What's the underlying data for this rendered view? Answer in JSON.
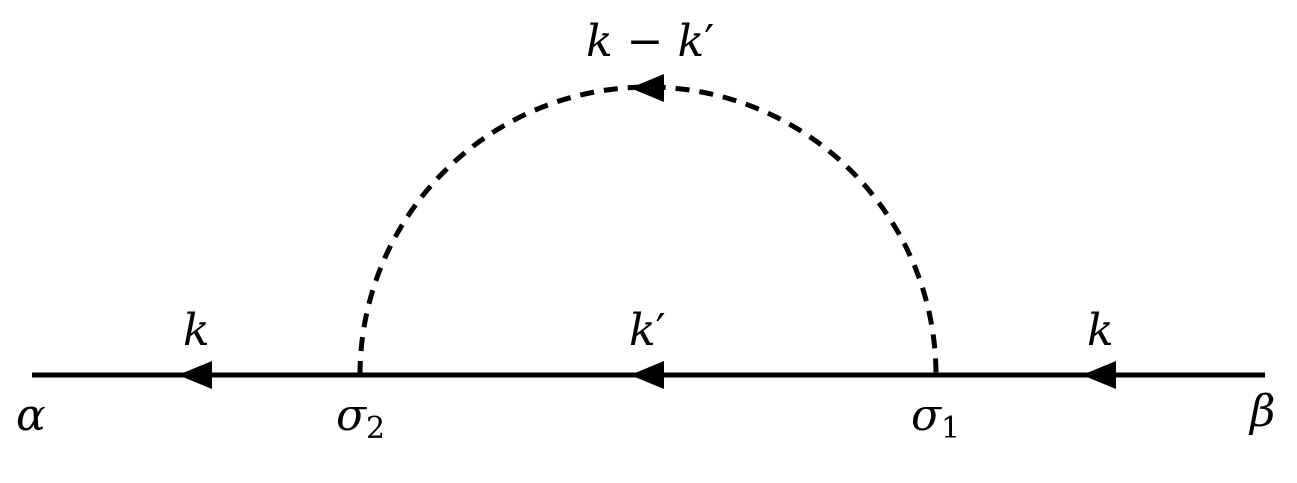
{
  "diagram": {
    "colors": {
      "line": "#000000",
      "background": "#ffffff"
    },
    "external_left": {
      "label": "α"
    },
    "external_right": {
      "label": "β"
    },
    "vertex_left": {
      "symbol": "σ",
      "subscript": "2"
    },
    "vertex_right": {
      "symbol": "σ",
      "subscript": "1"
    },
    "propagator_left": {
      "momentum": "k"
    },
    "propagator_middle": {
      "momentum": "k",
      "prime": "′"
    },
    "propagator_right": {
      "momentum": "k"
    },
    "loop": {
      "momentum_a": "k",
      "minus": " − ",
      "momentum_b": "k",
      "prime": "′",
      "style": "dashed"
    }
  }
}
